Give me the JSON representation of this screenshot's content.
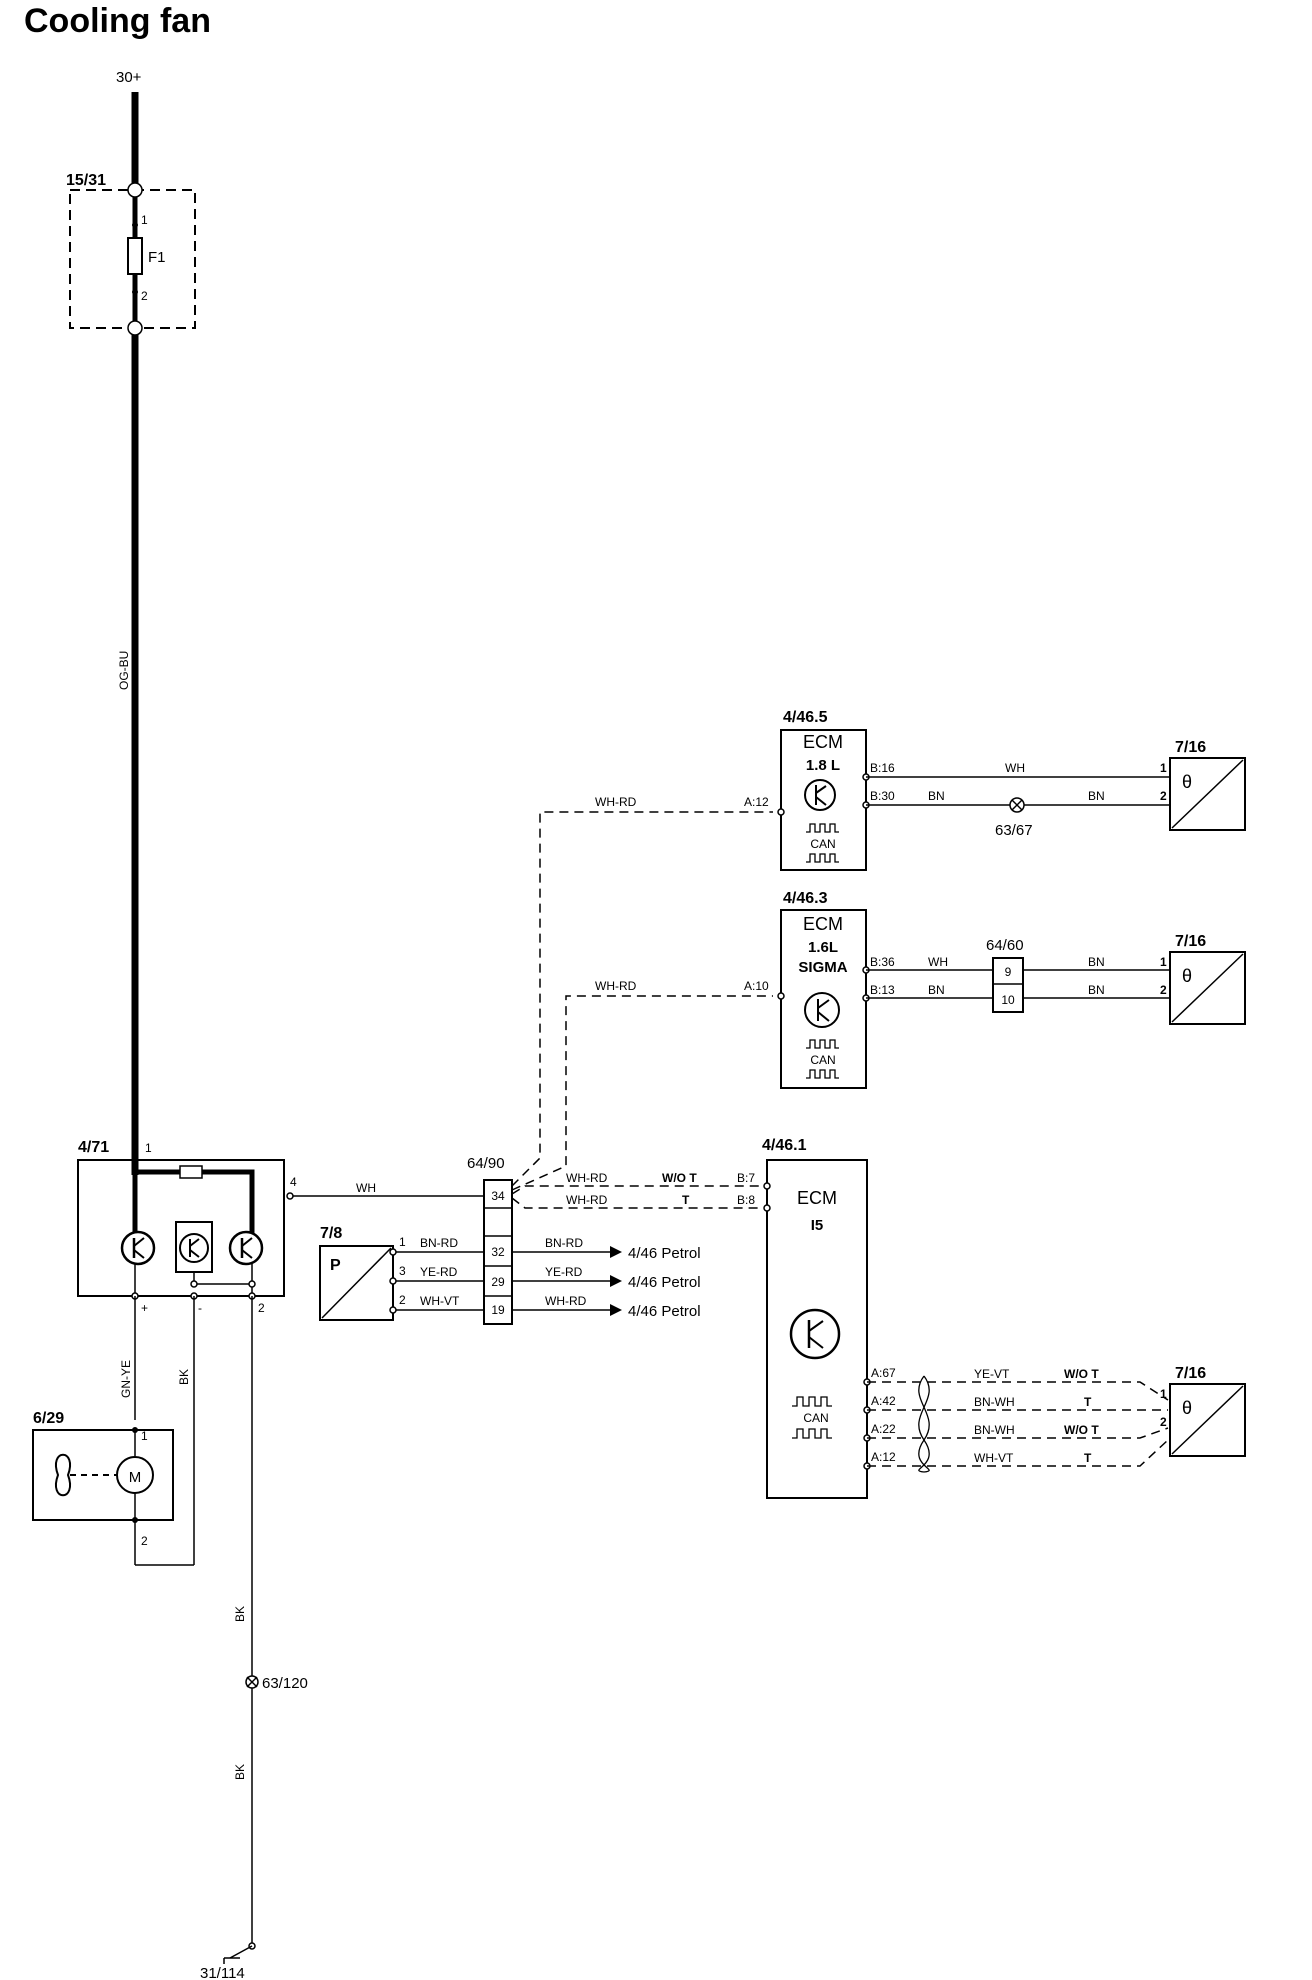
{
  "title": "Cooling fan",
  "supply": {
    "label": "30+",
    "wire": "OG-BU"
  },
  "fusebox": {
    "id": "15/31",
    "fuse": "F1",
    "pin_top": "1",
    "pin_bottom": "2"
  },
  "relay": {
    "id": "4/71",
    "pin_1": "1",
    "pin_4": "4",
    "pin_plus": "+",
    "pin_minus": "-",
    "pin_2": "2"
  },
  "fan": {
    "id": "6/29",
    "pin_1": "1",
    "pin_2": "2",
    "motor_symbol": "M",
    "wire_plus": "GN-YE",
    "wire_minus": "BK"
  },
  "ground": {
    "wire_1": "BK",
    "splice": "63/120",
    "wire_2": "BK",
    "id": "31/114"
  },
  "sensor78": {
    "id": "7/8",
    "symbol": "P",
    "pins": [
      "1",
      "3",
      "2"
    ],
    "wires": [
      "BN-RD",
      "YE-RD",
      "WH-VT"
    ]
  },
  "connector6490": {
    "id": "64/90",
    "pins": [
      "34",
      "32",
      "29",
      "19"
    ],
    "wire_in": "WH",
    "outputs": [
      {
        "wire": "BN-RD",
        "dest": "4/46 Petrol"
      },
      {
        "wire": "YE-RD",
        "dest": "4/46 Petrol"
      },
      {
        "wire": "WH-RD",
        "dest": "4/46 Petrol"
      }
    ],
    "dashed_wires": [
      "WH-RD",
      "WH-RD",
      "WH-RD",
      "WH-RD"
    ],
    "variants": [
      "W/O T",
      "T"
    ]
  },
  "ecm1": {
    "id": "4/46.5",
    "title": "ECM",
    "sub": "1.8 L",
    "pin_a": "A:12",
    "pin_b1": "B:16",
    "pin_b2": "B:30",
    "can": "CAN",
    "wire1": "WH",
    "wire2a": "BN",
    "wire2b": "BN",
    "splice": "63/67"
  },
  "ecm2": {
    "id": "4/46.3",
    "title": "ECM",
    "sub1": "1.6L",
    "sub2": "SIGMA",
    "pin_a": "A:10",
    "pin_b1": "B:36",
    "pin_b2": "B:13",
    "can": "CAN",
    "wire1a": "WH",
    "wire2a": "BN",
    "wire1b": "BN",
    "wire2b": "BN"
  },
  "connector6460": {
    "id": "64/60",
    "pins": [
      "9",
      "10"
    ]
  },
  "ecm3": {
    "id": "4/46.1",
    "title": "ECM",
    "sub": "I5",
    "can": "CAN",
    "pin_b7": "B:7",
    "pin_b8": "B:8",
    "pins_a": [
      "A:67",
      "A:42",
      "A:22",
      "A:12"
    ],
    "wires_a": [
      "YE-VT",
      "BN-WH",
      "BN-WH",
      "WH-VT"
    ],
    "variants_a": [
      "W/O T",
      "T",
      "W/O T",
      "T"
    ]
  },
  "temp_sensor": {
    "id": "7/16",
    "symbol": "θ",
    "pin_1": "1",
    "pin_2": "2"
  }
}
